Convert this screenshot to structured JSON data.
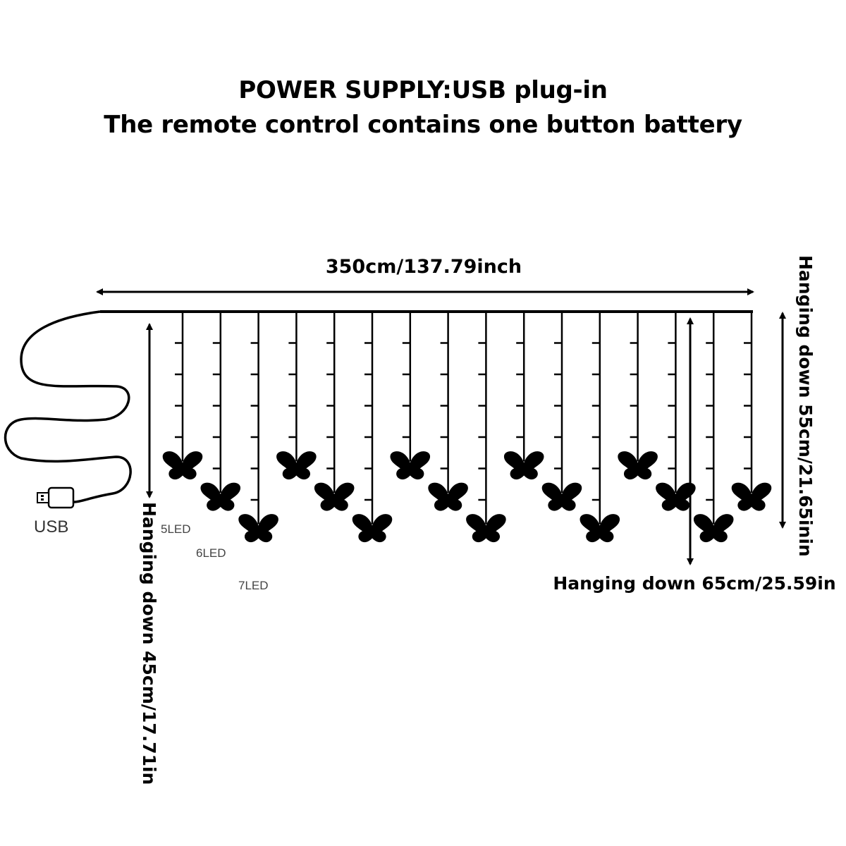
{
  "title": {
    "line1": "POWER SUPPLY:USB plug-in",
    "line2": "The remote control contains one button battery"
  },
  "dimensions": {
    "total_length": "350cm/137.79inch",
    "short_drop": "Hanging down 45cm/17.71in",
    "medium_drop": "Hanging down 55cm/21.65inin",
    "long_drop": "Hanging down 65cm/25.59in"
  },
  "led_labels": [
    "5LED",
    "6LED",
    "7LED"
  ],
  "usb_label": "USB",
  "strings": {
    "count": 16,
    "led_pattern": [
      5,
      6,
      7,
      5,
      6,
      7,
      5,
      6,
      7,
      5,
      6,
      7,
      5,
      6,
      7,
      6
    ]
  },
  "colors": {
    "ink": "#000000",
    "background": "#ffffff",
    "led_label": "#444444"
  }
}
